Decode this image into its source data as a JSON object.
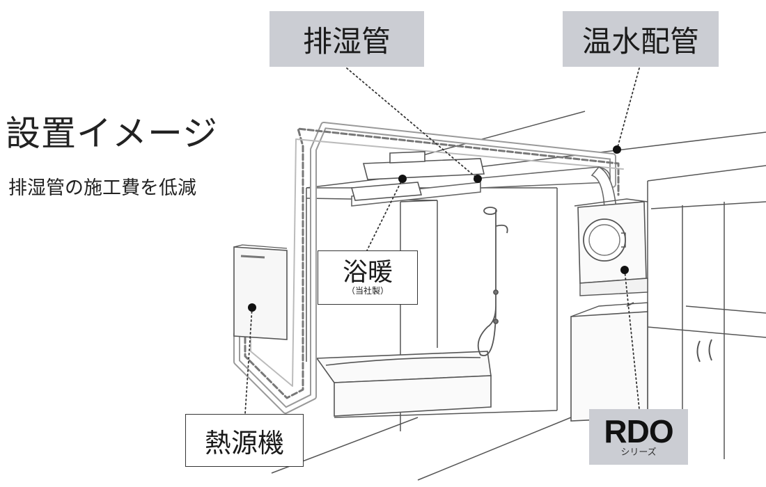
{
  "title": "設置イメージ",
  "subtitle": "排湿管の施工費を低減",
  "labels": {
    "exhaust_pipe": "排湿管",
    "hot_water_pipe": "温水配管",
    "bathroom_heater": "浴暖",
    "bathroom_heater_note": "（当社製）",
    "heat_source": "熱源機",
    "dryer_model": "RDO",
    "dryer_series": "シリーズ"
  },
  "colors": {
    "label_gray": "#cbcdd3",
    "line": "#333333",
    "text": "#1a1a1a"
  }
}
